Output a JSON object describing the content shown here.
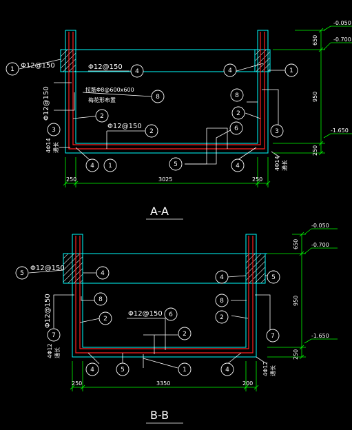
{
  "sections": [
    {
      "title": "A-A",
      "rebar_top_left": "Φ12@150",
      "rebar_top_inner": "Φ12@150",
      "rebar_side": "Φ12@150",
      "rebar_bottom": "Φ12@150",
      "note_line1": "拉筋Φ8@600x600",
      "note_line2": "梅花形布置",
      "corner_bar": "4Φ14",
      "corner_bar_tag": "通长",
      "dims": [
        "250",
        "3025",
        "250"
      ],
      "vdims": [
        "650",
        "950",
        "250"
      ],
      "elevations": [
        "-0.050",
        "-0.700",
        "-1.650"
      ],
      "bubbles": [
        "1",
        "4",
        "8",
        "2",
        "3",
        "6",
        "5"
      ]
    },
    {
      "title": "B-B",
      "rebar_top_left": "Φ12@150",
      "rebar_side": "Φ12@150",
      "rebar_bottom": "Φ12@150",
      "corner_bar": "4Φ12",
      "corner_bar_tag": "通长",
      "dims": [
        "250",
        "3350",
        "200"
      ],
      "vdims": [
        "650",
        "950",
        "250"
      ],
      "elevations": [
        "-0.050",
        "-0.700",
        "-1.650"
      ],
      "bubbles": [
        "5",
        "4",
        "8",
        "2",
        "7",
        "6",
        "1"
      ]
    }
  ],
  "colors": {
    "background": "#000000",
    "concrete_outline": "#00ffff",
    "rebar": "#ff2020",
    "dimension": "#00ff00",
    "leader": "#ffffff",
    "elevation": "#00ff00"
  }
}
